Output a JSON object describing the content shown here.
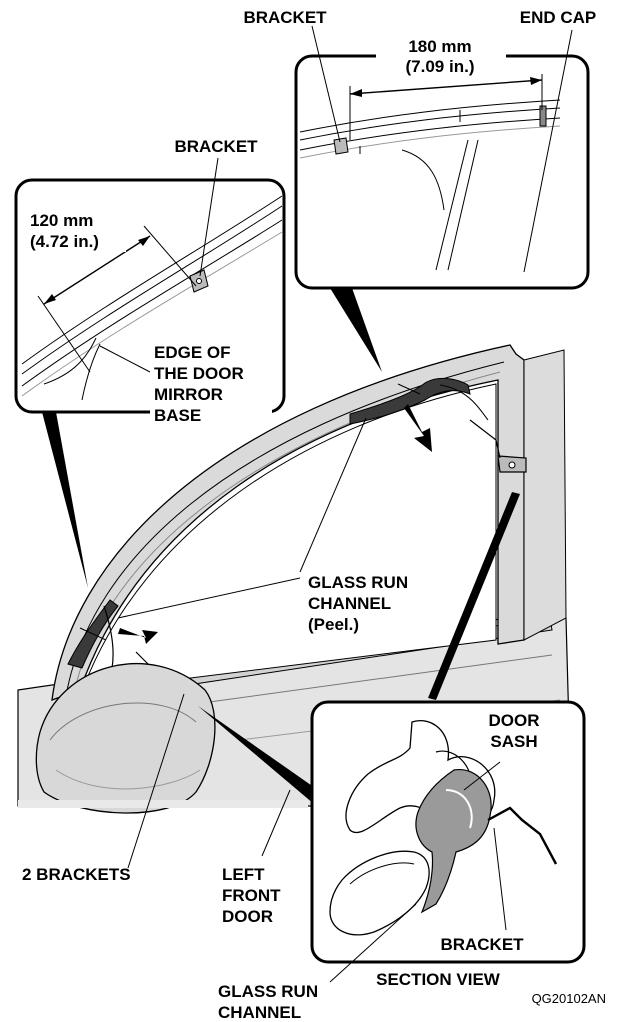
{
  "labels": {
    "bracket_top": "BRACKET",
    "end_cap": "END CAP",
    "dim_180_mm": "180 mm",
    "dim_180_in": "(7.09 in.)",
    "bracket_left": "BRACKET",
    "dim_120_mm": "120 mm",
    "dim_120_in": "(4.72 in.)",
    "edge_line1": "EDGE OF",
    "edge_line2": "THE DOOR",
    "edge_line3": "MIRROR",
    "edge_line4": "BASE",
    "grc_line1": "GLASS RUN",
    "grc_line2": "CHANNEL",
    "grc_line3": "(Peel.)",
    "door_sash_line1": "DOOR",
    "door_sash_line2": "SASH",
    "two_brackets": "2 BRACKETS",
    "left_front_line1": "LEFT",
    "left_front_line2": "FRONT",
    "left_front_line3": "DOOR",
    "bracket_section": "BRACKET",
    "section_view": "SECTION VIEW",
    "grc_bottom_line1": "GLASS RUN",
    "grc_bottom_line2": "CHANNEL",
    "figure_code": "QG20102AN"
  },
  "colors": {
    "door_fill": "#e2e2e2",
    "door_shade": "#cfcfcf",
    "line": "#000000",
    "channel_fill": "#9a9a9a"
  }
}
